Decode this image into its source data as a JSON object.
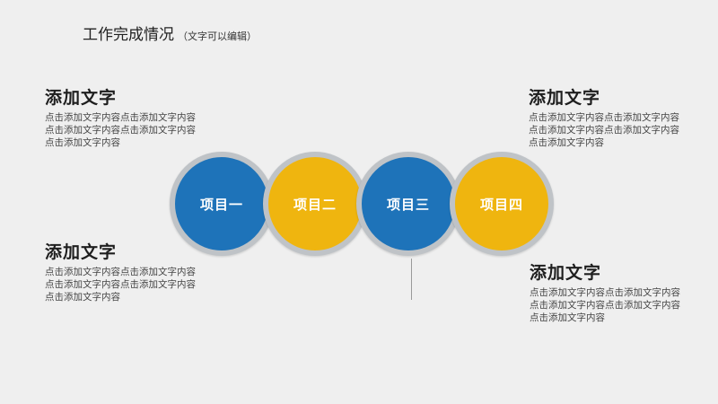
{
  "title": {
    "main": "工作完成情况",
    "sub": "（文字可以编辑）"
  },
  "colors": {
    "blue": "#1e73b9",
    "yellow": "#efb50f",
    "ring": "#bfc3c7"
  },
  "items": [
    {
      "label": "项目一",
      "color": "#1e73b9"
    },
    {
      "label": "项目二",
      "color": "#efb50f"
    },
    {
      "label": "项目三",
      "color": "#1e73b9"
    },
    {
      "label": "项目四",
      "color": "#efb50f"
    }
  ],
  "blocks": {
    "top_left": {
      "heading": "添加文字",
      "body": "点击添加文字内容点击添加文字内容点击添加文字内容点击添加文字内容点击添加文字内容"
    },
    "bottom_left": {
      "heading": "添加文字",
      "body": "点击添加文字内容点击添加文字内容点击添加文字内容点击添加文字内容点击添加文字内容"
    },
    "top_right": {
      "heading": "添加文字",
      "body": "点击添加文字内容点击添加文字内容点击添加文字内容点击添加文字内容点击添加文字内容"
    },
    "bottom_right": {
      "heading": "添加文字",
      "body": "点击添加文字内容点击添加文字内容点击添加文字内容点击添加文字内容点击添加文字内容"
    }
  }
}
